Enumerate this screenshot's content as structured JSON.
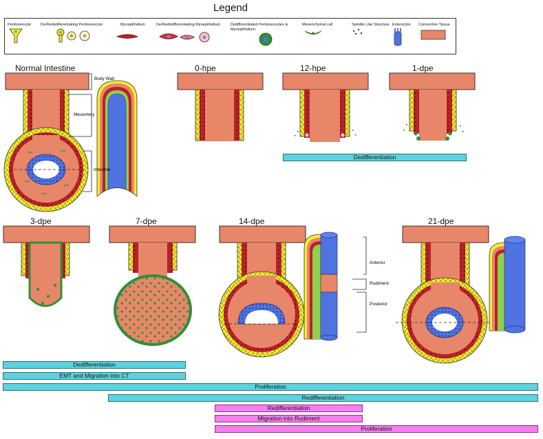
{
  "legend": {
    "title": "Legend",
    "items": [
      {
        "key": "peritoneocyte",
        "label": "Peritoneocyte"
      },
      {
        "key": "dedif_peritoneocyte",
        "label": "De/Redediferentiating Peritoneocyte"
      },
      {
        "key": "myoepithelium",
        "label": "Myoepithelium"
      },
      {
        "key": "dedif_myoepithelium",
        "label": "De/Rededifferentiating Myoepithelium"
      },
      {
        "key": "dedif_peri_myo",
        "label": "Dedifferentiated Peritoneocytes & Myoepithelium"
      },
      {
        "key": "mesenchymal",
        "label": "Mesenchymal cell"
      },
      {
        "key": "spindle",
        "label": "Spindle Like Structure"
      },
      {
        "key": "enterocyte",
        "label": "Enterocyte"
      },
      {
        "key": "connective",
        "label": "Connective Tissue"
      }
    ]
  },
  "stages": [
    {
      "key": "normal",
      "title": "Normal Intestine"
    },
    {
      "key": "0hpe",
      "title": "0-hpe"
    },
    {
      "key": "12hpe",
      "title": "12-hpe"
    },
    {
      "key": "1dpe",
      "title": "1-dpe"
    },
    {
      "key": "3dpe",
      "title": "3-dpe"
    },
    {
      "key": "7dpe",
      "title": "7-dpe"
    },
    {
      "key": "14dpe",
      "title": "14-dpe"
    },
    {
      "key": "21dpe",
      "title": "21-dpe"
    }
  ],
  "annotations": {
    "body_wall": "Body Wall",
    "mesentery": "Mesentery",
    "intestine": "Intestine",
    "anterior": "Anterior",
    "rudiment": "Rudiment",
    "posterior": "Posterior"
  },
  "processes": [
    {
      "label": "Dedifferentiation",
      "color": "cyan"
    },
    {
      "label": "Dedifferentiation",
      "color": "cyan"
    },
    {
      "label": "EMT and Migration into CT",
      "color": "cyan"
    },
    {
      "label": "Proliferation",
      "color": "cyan"
    },
    {
      "label": "Redifferentiation",
      "color": "cyan"
    },
    {
      "label": "Redifferentiation",
      "color": "pink"
    },
    {
      "label": "Migration into Rudiment",
      "color": "pink"
    },
    {
      "label": "Proliferation",
      "color": "pink"
    }
  ],
  "colors": {
    "connective_tissue": "#e8866a",
    "peritoneocyte": "#f2ee2e",
    "myoepithelium": "#b8232b",
    "dedifferentiated": "#2f8f3a",
    "mesenchymal": "#8fd14f",
    "enterocyte": "#4f73e0",
    "bar_cyan": "#5cd3de",
    "bar_pink": "#f57ff0"
  }
}
